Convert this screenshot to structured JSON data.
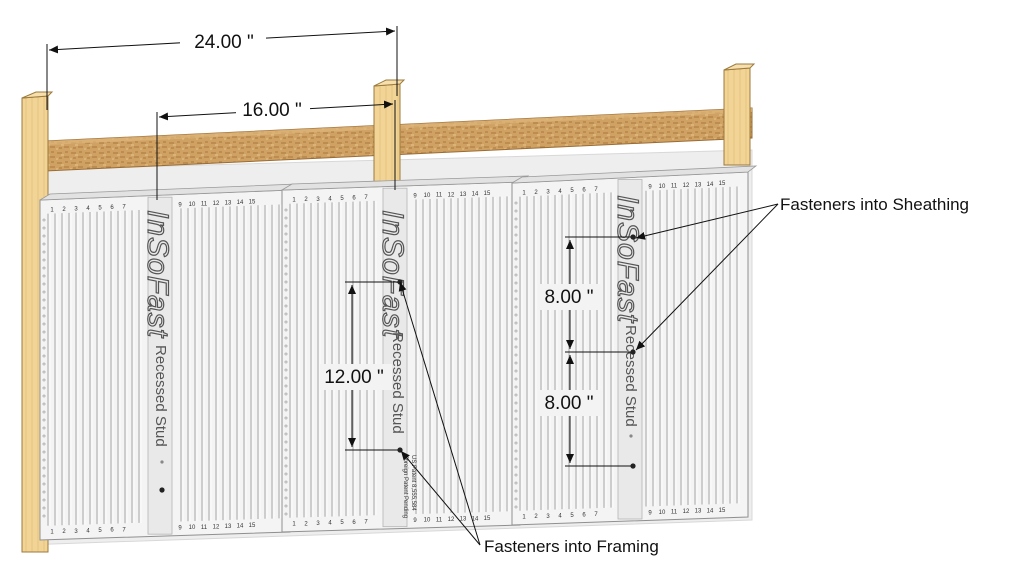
{
  "diagram": {
    "dimensions": {
      "stud_spacing_24": "24.00 \"",
      "stud_spacing_16": "16.00 \"",
      "framing_fastener_spacing": "12.00 \"",
      "sheathing_fastener_spacing_upper": "8.00 \"",
      "sheathing_fastener_spacing_lower": "8.00 \""
    },
    "callouts": {
      "sheathing": "Fasteners into Sheathing",
      "framing": "Fasteners into Framing"
    },
    "panel_print": {
      "brand": "InSoFast",
      "subtitle": "Recessed Stud",
      "patent_line1": "US Patent 8,555,584",
      "patent_line2": "Foreign Patent Pending"
    },
    "rib_numbers": {
      "group_a": [
        "1",
        "2",
        "3",
        "4",
        "5",
        "6",
        "7"
      ],
      "group_b": [
        "9",
        "10",
        "11",
        "12",
        "13",
        "14",
        "15"
      ]
    },
    "colors": {
      "stud_wood": "#f0cf8e",
      "osb_sheathing": "#c99a5a",
      "wrb_membrane": "#efefef",
      "panel": "#f3f3f3"
    }
  }
}
